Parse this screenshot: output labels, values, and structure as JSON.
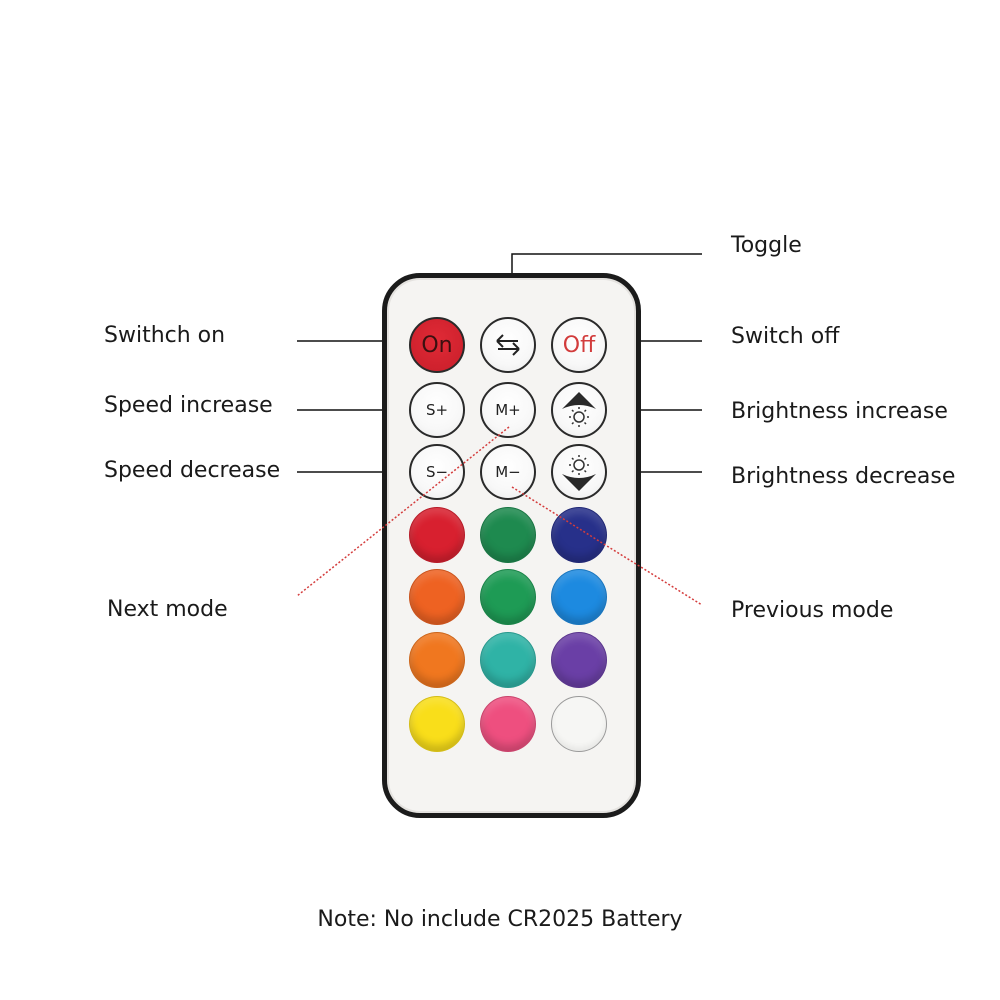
{
  "labels": {
    "toggle": "Toggle",
    "switch_on": "Swithch on",
    "switch_off": "Switch off",
    "speed_increase": "Speed increase",
    "brightness_increase": "Brightness increase",
    "speed_decrease": "Speed decrease",
    "brightness_decrease": "Brightness decrease",
    "next_mode": "Next mode",
    "previous_mode": "Previous mode"
  },
  "buttons": {
    "on": "On",
    "off": "Off",
    "speed_plus": "S+",
    "mode_plus": "M+",
    "speed_minus": "S−",
    "mode_minus": "M−"
  },
  "color_buttons": [
    "#d8202f",
    "#1e8a4f",
    "#27308a",
    "#ee6222",
    "#1e9b55",
    "#1d8ae0",
    "#f0771f",
    "#2fb3a6",
    "#6a3fa6",
    "#f9de1a",
    "#ee4f7f",
    "#f6f6f4"
  ],
  "colors": {
    "on_button": "#e02a36",
    "callout_line": "#111111",
    "mode_line": "#d43c3c"
  },
  "icons": {
    "toggle": "swap-arrows-icon",
    "brightness_up": "sun-up-icon",
    "brightness_down": "sun-down-icon"
  },
  "note": "Note: No include CR2025 Battery"
}
